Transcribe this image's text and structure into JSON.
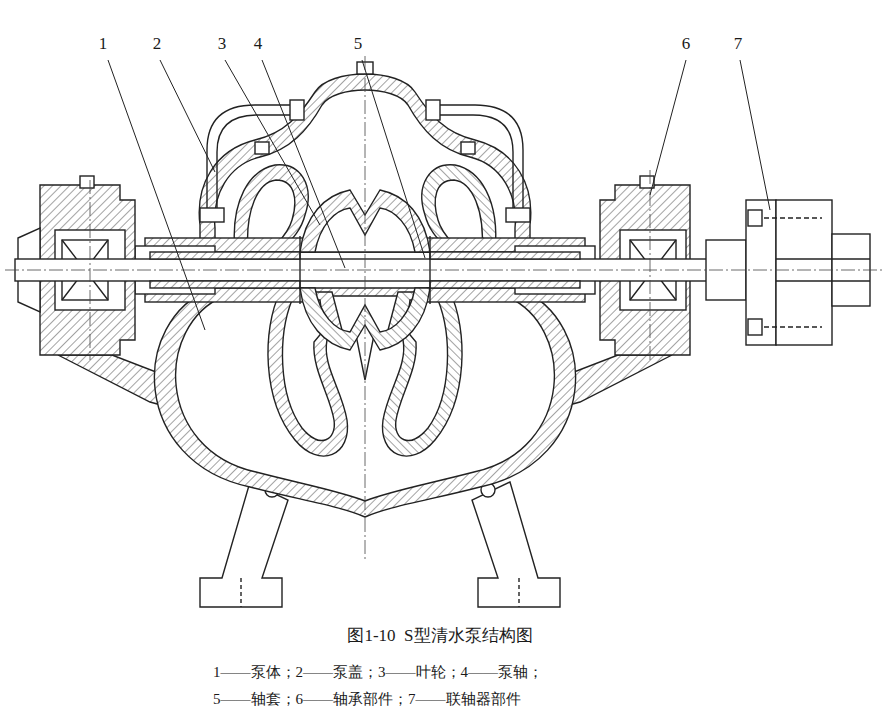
{
  "diagram": {
    "caption": "图1-10  S型清水泵结构图",
    "labels": [
      "1",
      "2",
      "3",
      "4",
      "5",
      "6",
      "7",
      "1——泵体；2——泵盖；3——叶轮；4——泵轴；",
      "5——轴套；6——轴承部件；7——联轴器部件"
    ]
  }
}
